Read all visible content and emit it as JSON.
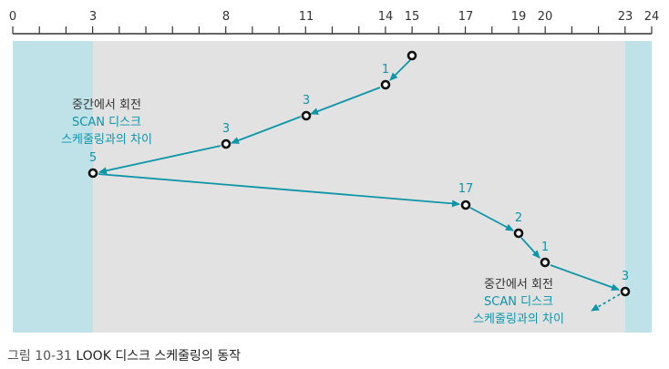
{
  "axis": {
    "ticks": [
      "0",
      "3",
      "8",
      "11",
      "14",
      "15",
      "17",
      "19",
      "20",
      "23",
      "24"
    ]
  },
  "movements": [
    "1",
    "3",
    "3",
    "5",
    "17",
    "2",
    "1",
    "3"
  ],
  "annotations": {
    "left": {
      "line1": "중간에서 회전",
      "line2": "SCAN 디스크",
      "line3": "스케줄링과의 차이"
    },
    "right": {
      "line1": "중간에서 회전",
      "line2": "SCAN 디스크",
      "line3": "스케줄링과의 차이"
    }
  },
  "caption": {
    "number": "그림 10-31",
    "title": "LOOK 디스크 스케줄링의 동작"
  },
  "colors": {
    "accent": "#0e95a8",
    "background_band": "#e2e2e2",
    "edge_band": "#bfe2e8",
    "axis": "#333333"
  }
}
